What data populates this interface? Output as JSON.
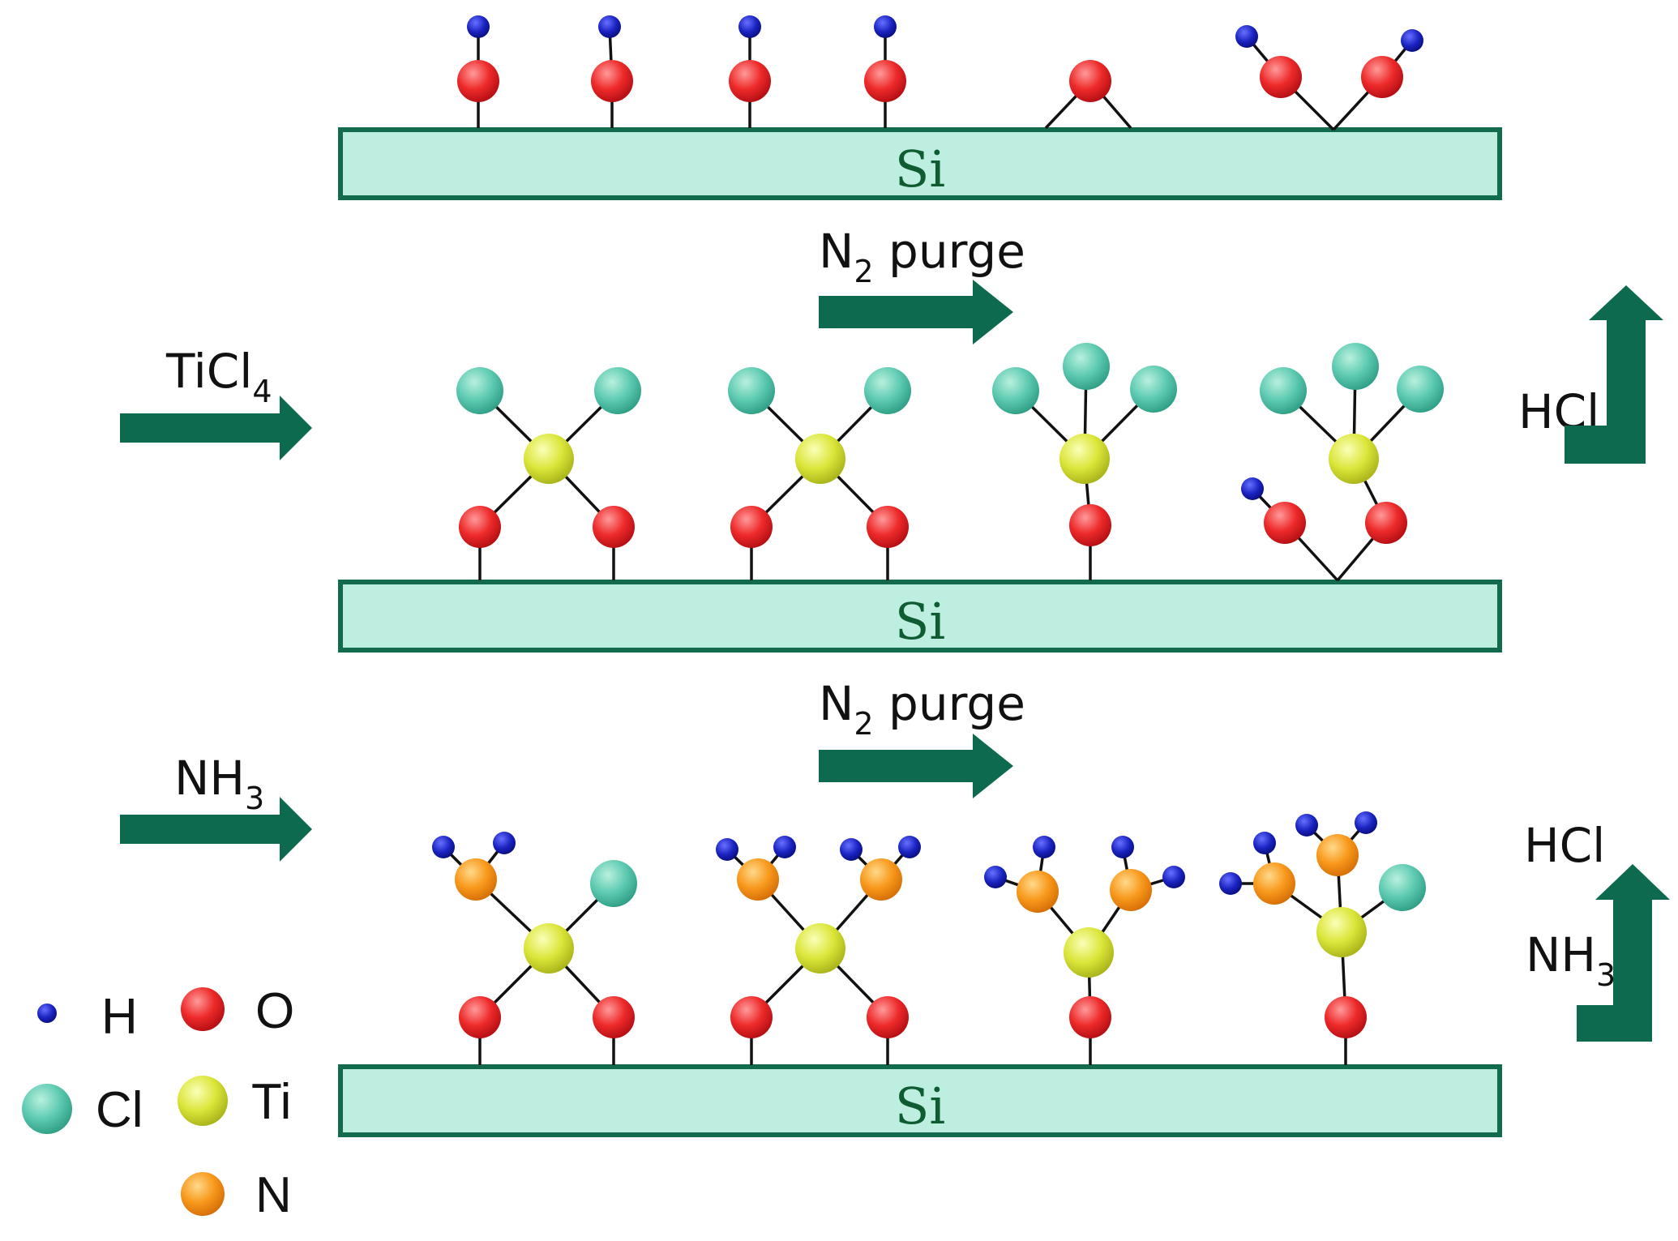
{
  "substrate": {
    "label": "Si"
  },
  "steps": {
    "ticl4": {
      "base": "TiCl",
      "sub": "4"
    },
    "nh3": {
      "base": "NH",
      "sub": "3"
    },
    "purge1": {
      "base": "N",
      "sub": "2",
      "rest": " purge"
    },
    "purge2": {
      "base": "N",
      "sub": "2",
      "rest": " purge"
    }
  },
  "byproducts": {
    "hcl1": "HCl",
    "hcl2": "HCl",
    "nh3": {
      "base": "NH",
      "sub": "3"
    }
  },
  "legend": {
    "h": "H",
    "o": "O",
    "cl": "Cl",
    "ti": "Ti",
    "n": "N"
  },
  "colors": {
    "H": "#1822b8",
    "O": "#e8202a",
    "Cl": "#5ecbb1",
    "Ti": "#d9e436",
    "N": "#f8991c",
    "substrate_fill": "#bdeedf",
    "substrate_border": "#126b4d",
    "arrow": "#0e6a4f"
  }
}
